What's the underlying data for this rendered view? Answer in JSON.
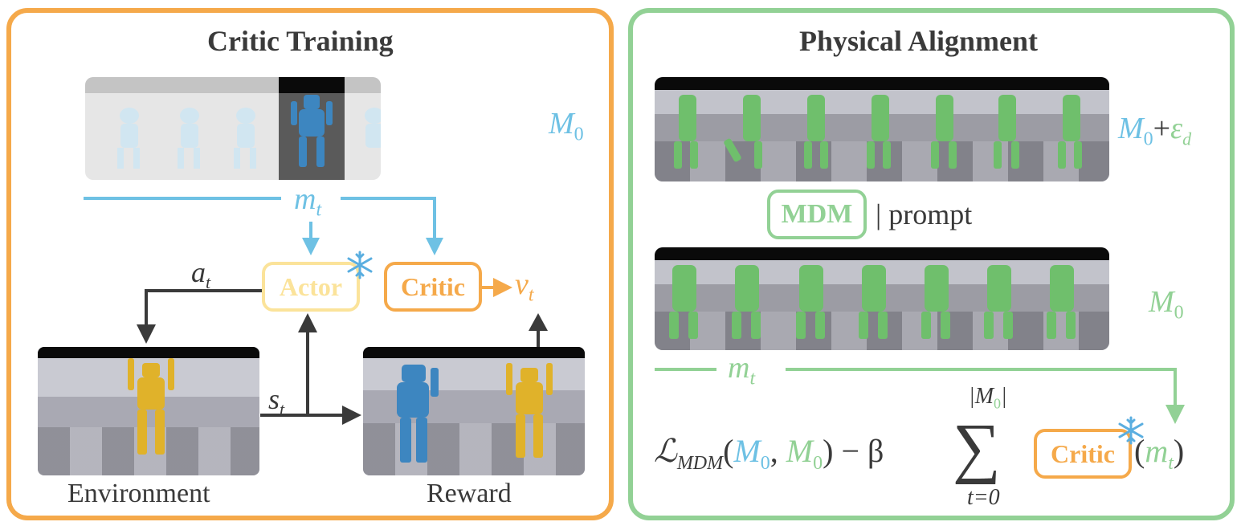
{
  "left": {
    "title": "Critic Training",
    "motion_label_main": "M",
    "motion_label_sub": "0",
    "mt_main": "m",
    "mt_sub": "t",
    "at_main": "a",
    "at_sub": "t",
    "st_main": "s",
    "st_sub": "t",
    "vt_main": "v",
    "vt_sub": "t",
    "actor_label": "Actor",
    "critic_label": "Critic",
    "env_label": "Environment",
    "reward_label": "Reward"
  },
  "right": {
    "title": "Physical Alignment",
    "noisy_main": "M",
    "noisy_sub": "0",
    "noisy_plus": "+",
    "noisy_eps": "ε",
    "noisy_eps_sub": "d",
    "mdm_label": "MDM",
    "prompt_text": "| prompt",
    "clean_main": "M",
    "clean_sub": "0",
    "mt_main": "m",
    "mt_sub": "t",
    "loss_L": "ℒ",
    "loss_sub": "MDM",
    "loss_open": "(",
    "loss_arg1": "M",
    "loss_arg1_sub": "0",
    "loss_comma": ",",
    "loss_arg2": "M",
    "loss_arg2_sub": "0",
    "loss_close": ") − β",
    "sum_symbol": "∑",
    "sum_upper": "|M",
    "sum_upper_sub": "0",
    "sum_upper_end": "|",
    "sum_lower": "t=0",
    "critic_label": "Critic",
    "critic_arg": "(m",
    "critic_arg_sub": "t",
    "critic_arg_end": ")"
  },
  "colors": {
    "orange": "#f5a94a",
    "green": "#92d195",
    "blue": "#6ec1e4",
    "dark": "#3a3a3a",
    "actor_yellow": "#fbe39a",
    "snow": "#5aaee0"
  },
  "icons": [
    "snowflake-icon",
    "snowflake-icon"
  ]
}
